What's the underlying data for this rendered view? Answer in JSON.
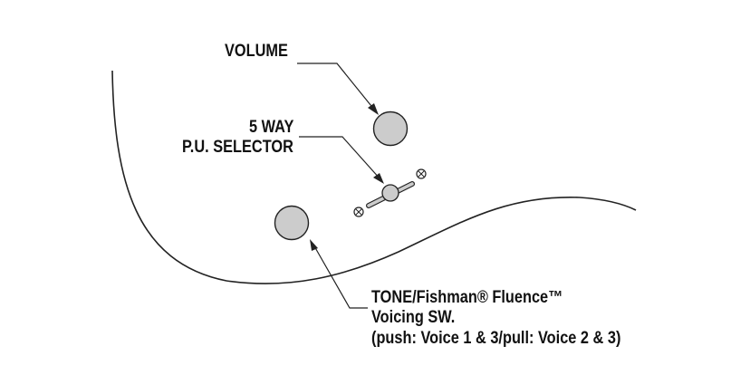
{
  "labels": {
    "volume": "VOLUME",
    "selector_line1": "5 WAY",
    "selector_line2": "P.U. SELECTOR",
    "tone_line1": "TONE/Fishman® Fluence™",
    "tone_line2": "Voicing SW.",
    "tone_line3": "(push: Voice 1 & 3/pull: Voice 2 & 3)"
  },
  "components": [
    {
      "name": "volume-knob",
      "shape": "circle"
    },
    {
      "name": "5-way-pickup-selector-switch",
      "shape": "lever-with-screws"
    },
    {
      "name": "tone-knob",
      "shape": "circle"
    }
  ],
  "colors": {
    "line": "#222222",
    "knob_fill": "#cccccc",
    "text": "#111111",
    "background": "#ffffff"
  }
}
